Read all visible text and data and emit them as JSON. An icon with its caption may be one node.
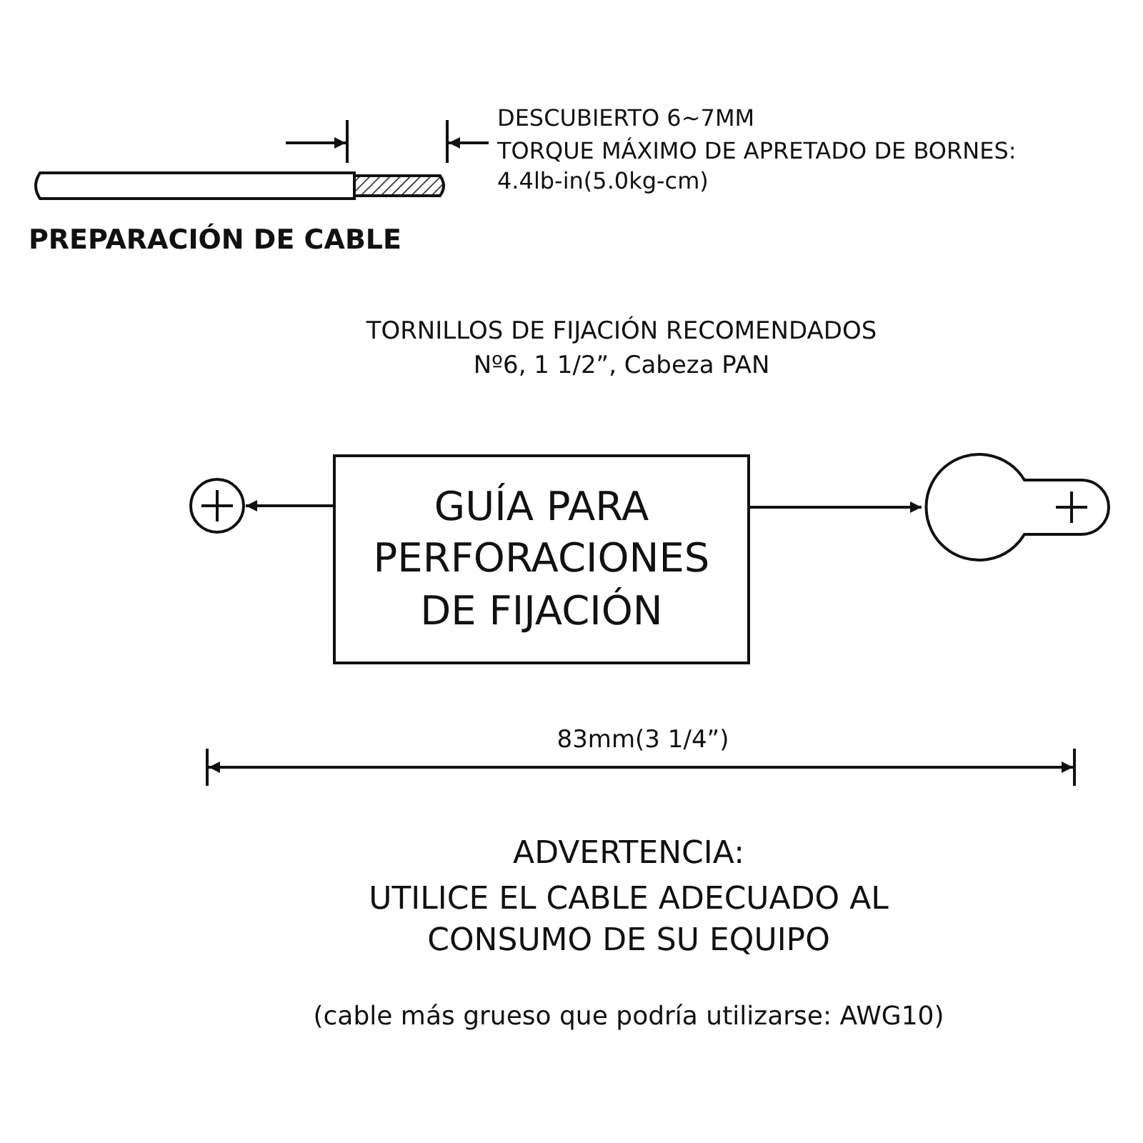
{
  "diagram": {
    "nodes": [
      {
        "text": [
          "GUÍA PARA PERFORACIONES DE FIJACIÓN"
        ]
      },
      {
        "text": [],
        "shape": "circle"
      },
      {
        "text": [],
        "shape": "picture"
      }
    ],
    "edges": [
      {
        "from": 0,
        "to": 1,
        "arrow": "to"
      },
      {
        "from": 0,
        "to": 2,
        "arrow": "to"
      }
    ],
    "labels": [
      "DESCUBIERTO 6~7MM",
      "TORQUE MÁXIMO DE APRETADO DE BORNES: 4.4lb-in(5.0kg-cm)",
      "PREPARACIÓN DE CABLE",
      "TORNILLOS DE FIJACIÓN RECOMENDADOS",
      "Nº6, 1 1/2”, Cabeza PAN",
      "83mm(3 1/4”)",
      "ADVERTENCIA:",
      "UTILICE EL CABLE ADECUADO AL CONSUMO DE SU EQUIPO",
      "(cable más grueso que podría utilizarse: AWG10)"
    ]
  }
}
